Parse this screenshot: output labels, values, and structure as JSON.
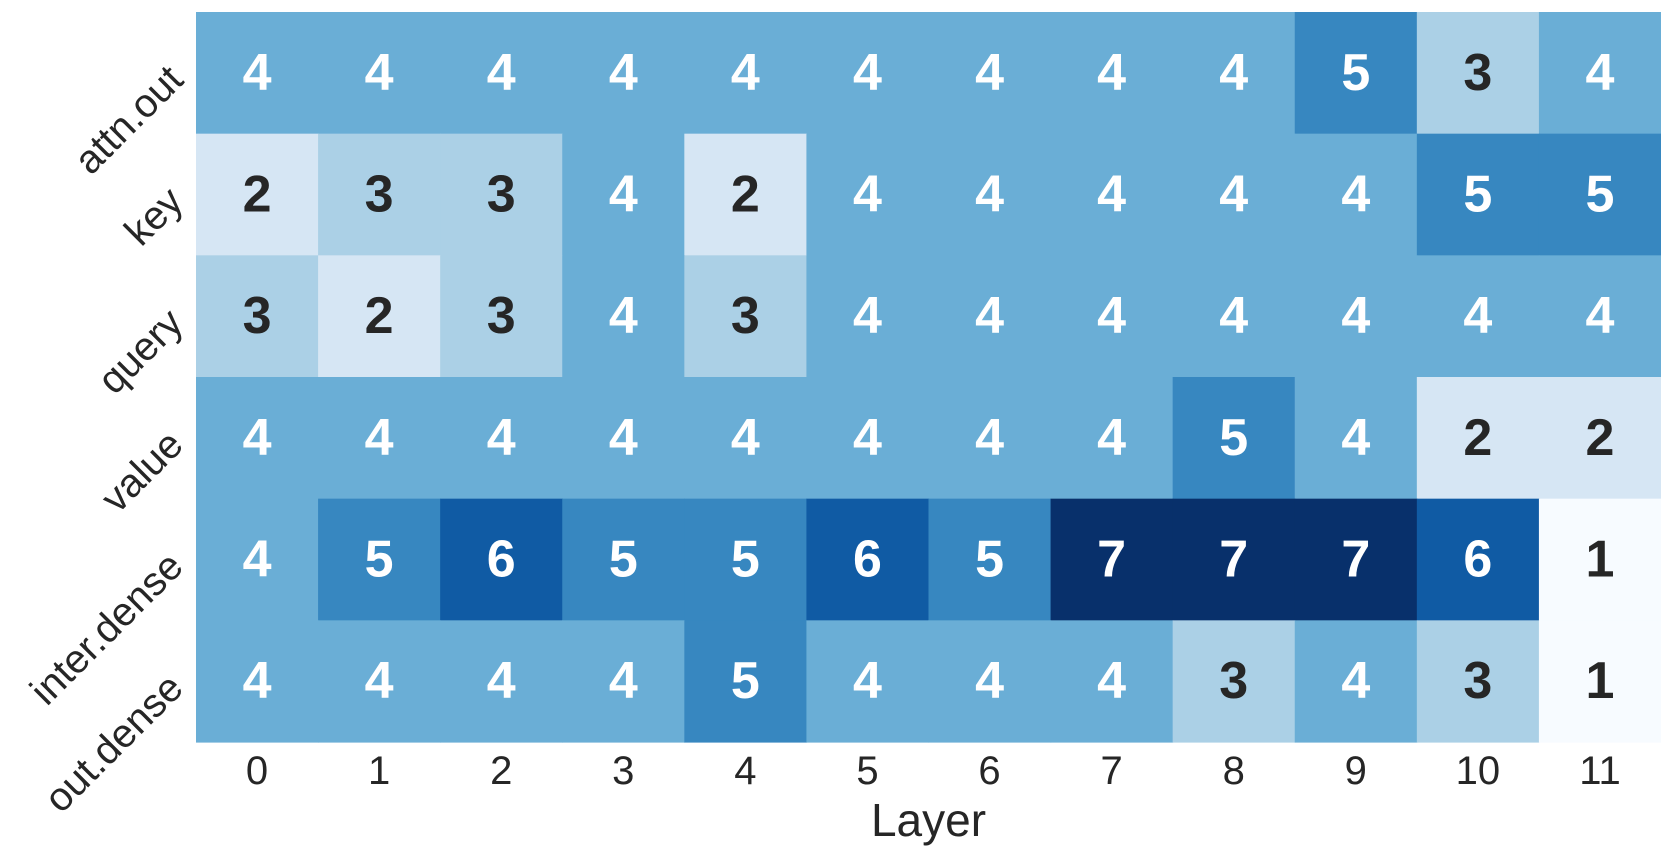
{
  "chart_data": {
    "type": "heatmap",
    "title": "",
    "xlabel": "Layer",
    "ylabel": "",
    "x": [
      "0",
      "1",
      "2",
      "3",
      "4",
      "5",
      "6",
      "7",
      "8",
      "9",
      "10",
      "11"
    ],
    "y": [
      "attn.out",
      "key",
      "query",
      "value",
      "inter.dense",
      "out.dense"
    ],
    "values": [
      [
        4,
        4,
        4,
        4,
        4,
        4,
        4,
        4,
        4,
        5,
        3,
        4
      ],
      [
        2,
        3,
        3,
        4,
        2,
        4,
        4,
        4,
        4,
        4,
        5,
        5
      ],
      [
        3,
        2,
        3,
        4,
        3,
        4,
        4,
        4,
        4,
        4,
        4,
        4
      ],
      [
        4,
        4,
        4,
        4,
        4,
        4,
        4,
        4,
        5,
        4,
        2,
        2
      ],
      [
        4,
        5,
        6,
        5,
        5,
        6,
        5,
        7,
        7,
        7,
        6,
        1
      ],
      [
        4,
        4,
        4,
        4,
        5,
        4,
        4,
        4,
        3,
        4,
        3,
        1
      ]
    ],
    "colormap": "Blues",
    "colors": {
      "1": "#f7fbff",
      "2": "#d6e6f4",
      "3": "#abd0e6",
      "4": "#6aaed6",
      "5": "#3787c0",
      "6": "#105ba4",
      "7": "#08306b"
    },
    "text_colors": {
      "dark": "#262626",
      "light": "#ffffff"
    },
    "grid": false,
    "legend": "none",
    "colorbar": "none"
  }
}
